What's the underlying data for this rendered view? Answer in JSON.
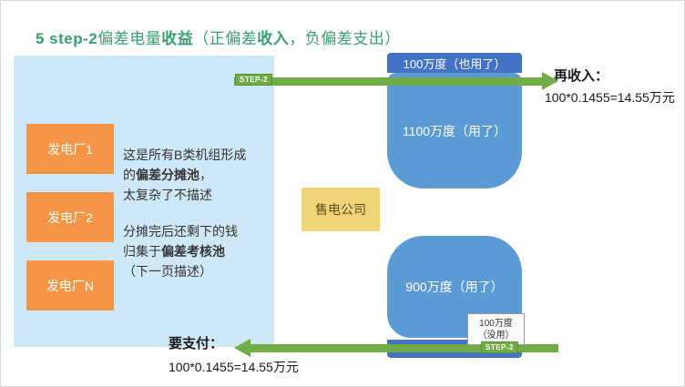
{
  "title": {
    "seg1": "5 step-2",
    "seg2": "偏差电量",
    "seg3": "收益",
    "seg4": "（正偏差",
    "seg5": "收入",
    "seg6": "，负偏差支出）"
  },
  "panel": {
    "plants": [
      {
        "label": "发电厂1"
      },
      {
        "label": "发电厂2"
      },
      {
        "label": "发电厂N"
      }
    ],
    "note1": {
      "line1": "这是所有B类机组形成",
      "line2_pre": "的",
      "line2_bold": "偏差分摊池",
      "line2_post": "，",
      "line3": "太复杂了不描述"
    },
    "note2": {
      "line1": "分摊完后还剩下的钱",
      "line2_pre": "归集于",
      "line2_bold": "偏差考核池",
      "line3": "（下一页描述）"
    }
  },
  "company": {
    "label": "售电公司"
  },
  "usage": {
    "top_bar_label": "100万度（也用了）",
    "big_block_label": "1100万度（用了）",
    "bottom_block_label": "900万度（用了）",
    "unused_line1": "100万度",
    "unused_line2": "（没用）"
  },
  "arrows": {
    "top": {
      "step": "STEP-2",
      "label": "再收入：",
      "formula": "100*0.1455=14.55万元"
    },
    "bottom": {
      "step": "STEP-2",
      "label": "要支付：",
      "formula": "100*0.1455=14.55万元"
    }
  },
  "colors": {
    "title_green": "#3aa071",
    "panel_blue": "#cfe8f7",
    "plant_orange": "#f79646",
    "block_blue": "#5b9bd5",
    "bar_dark_blue": "#4472c4",
    "arrow_green": "#70ad47",
    "company_yellow": "#f1d379"
  }
}
